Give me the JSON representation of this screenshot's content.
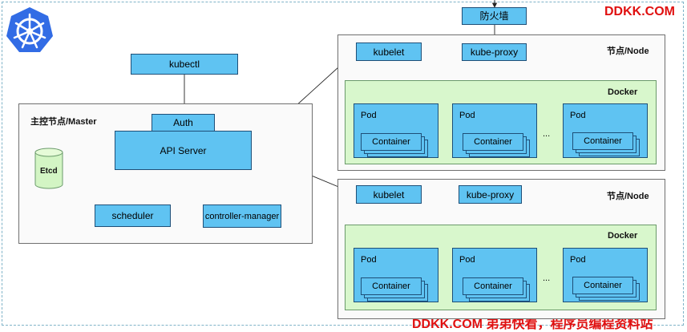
{
  "brand": {
    "watermark_top": "DDKK.COM",
    "watermark_bottom": "DDKK.COM 弟弟快看，程序员编程资料站",
    "color": "#e01010"
  },
  "firewall": "防火墙",
  "kubectl": "kubectl",
  "master": {
    "title": "主控节点/Master",
    "auth": "Auth",
    "api_server": "API Server",
    "etcd": "Etcd",
    "scheduler": "scheduler",
    "controller_manager": "controller-manager"
  },
  "nodes": [
    {
      "title": "节点/Node",
      "kubelet": "kubelet",
      "kube_proxy": "kube-proxy",
      "docker": "Docker",
      "pods": [
        {
          "label": "Pod",
          "container": "Container"
        },
        {
          "label": "Pod",
          "container": "Container"
        },
        {
          "label": "Pod",
          "container": "Container"
        }
      ],
      "ellipsis": "..."
    },
    {
      "title": "节点/Node",
      "kubelet": "kubelet",
      "kube_proxy": "kube-proxy",
      "docker": "Docker",
      "pods": [
        {
          "label": "Pod",
          "container": "Container"
        },
        {
          "label": "Pod",
          "container": "Container"
        },
        {
          "label": "Pod",
          "container": "Container"
        }
      ],
      "ellipsis": "..."
    }
  ],
  "colors": {
    "component": "#5fc3f2",
    "docker": "#d8f7cc",
    "logo": "#326ce5"
  }
}
